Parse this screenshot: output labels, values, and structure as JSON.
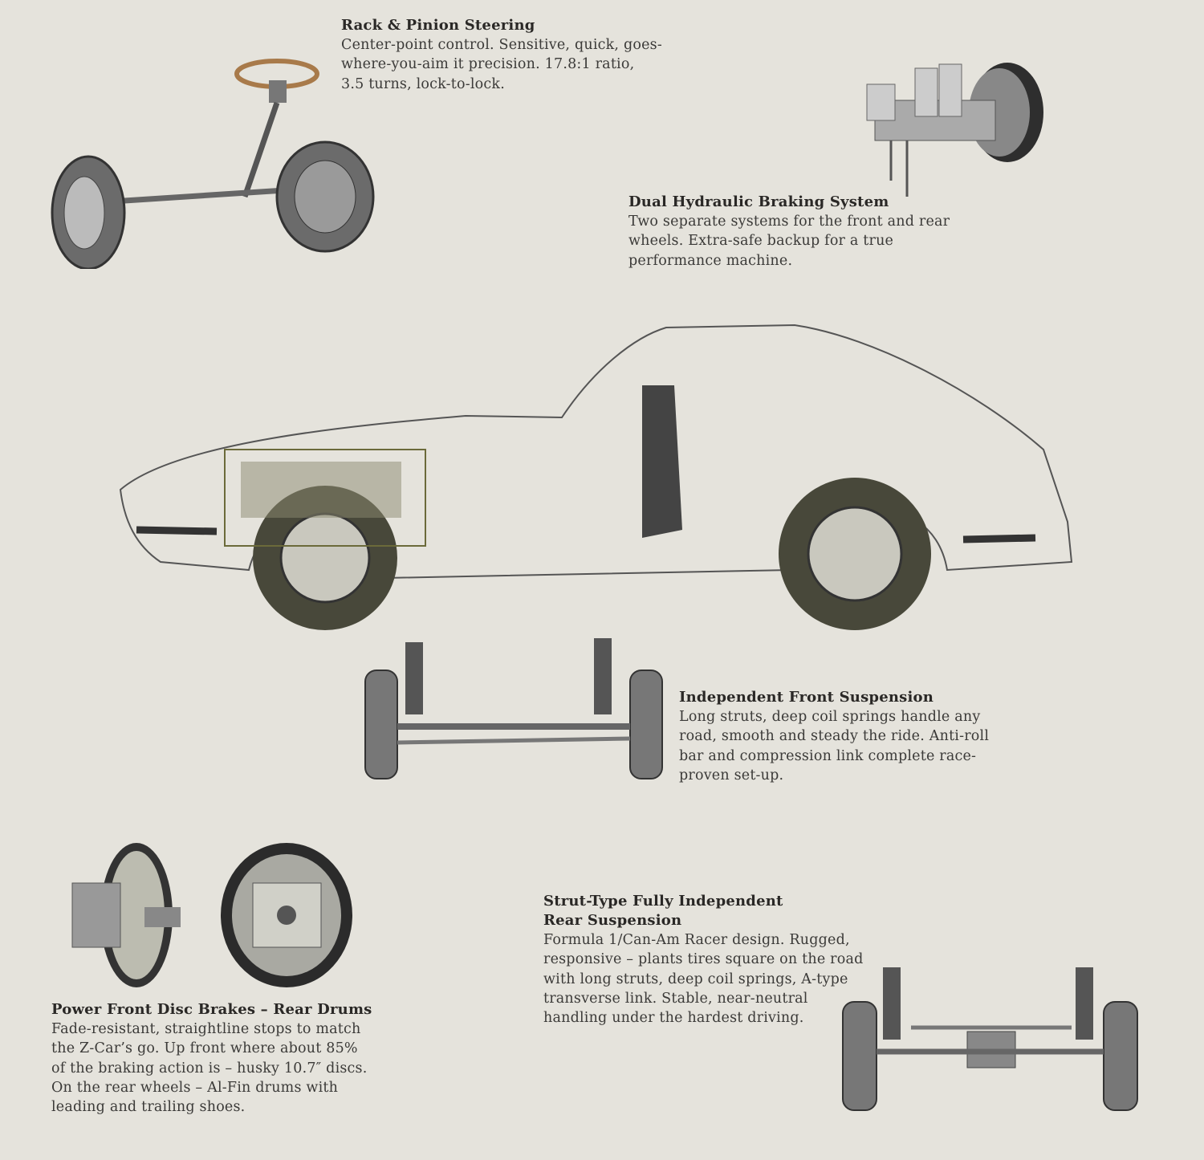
{
  "features": {
    "steering": {
      "title": "Rack & Pinion Steering",
      "lines": [
        "Center-point control. Sensitive, quick, goes-",
        "where-you-aim it precision. 17.8:1 ratio,",
        "3.5 turns, lock-to-lock."
      ]
    },
    "braking": {
      "title": "Dual Hydraulic Braking System",
      "lines": [
        "Two separate systems for the front and rear",
        "wheels. Extra-safe backup for a true",
        "performance machine."
      ]
    },
    "front_suspension": {
      "title": "Independent Front Suspension",
      "lines": [
        "Long struts, deep coil springs handle any",
        "road, smooth and steady the ride. Anti-roll",
        "bar and compression link complete race-",
        "proven set-up."
      ]
    },
    "rear_suspension": {
      "title_lines": [
        "Strut-Type Fully Independent",
        "Rear Suspension"
      ],
      "lines": [
        "Formula 1/Can-Am Racer design. Rugged,",
        "responsive – plants tires square on the road",
        "with long struts, deep coil springs, A-type",
        "transverse link. Stable, near-neutral",
        "handling under the hardest driving."
      ]
    },
    "brakes": {
      "title": "Power Front Disc Brakes – Rear Drums",
      "lines": [
        "Fade-resistant, straightline stops to match",
        "the Z-Car’s go. Up front where about 85%",
        "of the braking action is – husky 10.7″ discs.",
        "On the rear wheels – Al-Fin drums with",
        "leading and trailing shoes."
      ]
    }
  }
}
